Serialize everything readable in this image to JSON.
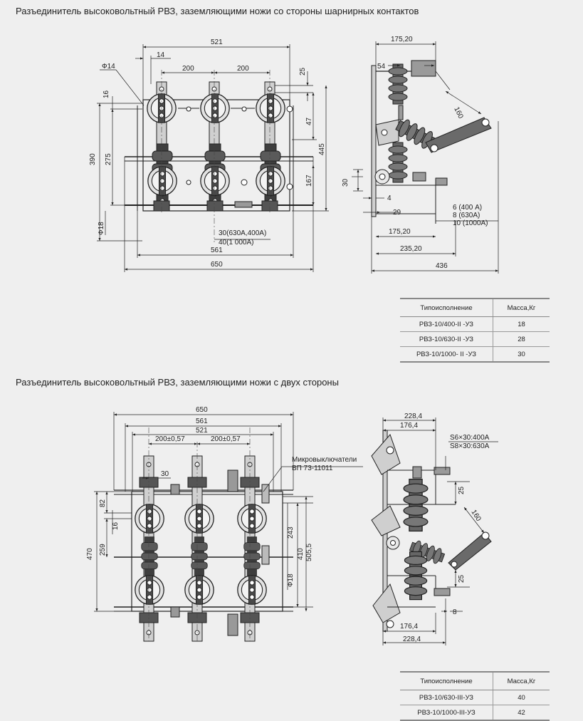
{
  "section1": {
    "heading": "Разъединитель высоковольтный РВЗ, заземляющими ножи со стороны шарнирных контактов",
    "front_dims": {
      "d521": "521",
      "d14": "14",
      "d200a": "200",
      "d200b": "200",
      "phi14": "Ф14",
      "d16": "16",
      "d275": "275",
      "d390": "390",
      "d25": "25",
      "d47": "47",
      "d445": "445",
      "d167": "167",
      "phi18": "Ф18",
      "note_1": "30(630А,400А)",
      "note_2": "40(1 000А)",
      "d561": "561",
      "d650": "650"
    },
    "side_dims": {
      "d175_top": "175,20",
      "d54": "54",
      "d160": "160",
      "d30": "30",
      "d4": "4",
      "d29": "29",
      "d175_bot": "175,20",
      "d235": "235,20",
      "d436": "436",
      "note_1": "6 (400 А)",
      "note_2": "8 (630А)",
      "note_3": "10 (1000А)"
    },
    "table": {
      "header": [
        "Типоисполнение",
        "Масса,Кг"
      ],
      "rows": [
        [
          "РВЗ-10/400-II -УЗ",
          "18"
        ],
        [
          "РВЗ-10/630-II -УЗ",
          "28"
        ],
        [
          "РВЗ-10/1000- II -УЗ",
          "30"
        ]
      ]
    }
  },
  "section2": {
    "heading": "Разъединитель высоковольтный РВЗ, заземляющими ножи с двух стороны",
    "front_dims": {
      "d650": "650",
      "d561": "561",
      "d521": "521",
      "d200a": "200±0,57",
      "d200b": "200±0,57",
      "micro_1": "Микровыключатели",
      "micro_2": "ВП 73-11011",
      "d30": "30",
      "d82": "82",
      "d16": "16",
      "d470": "470",
      "d259": "259",
      "d243": "243",
      "d410": "410",
      "d505": "505,5",
      "phi18": "Ф18"
    },
    "side_dims": {
      "d228_top": "228,4",
      "d176_top": "176,4",
      "note_1": "S6×30:400А",
      "note_2": "S8×30:630А",
      "d25a": "25",
      "d160": "160",
      "d25b": "25",
      "d8": "8",
      "d176_bot": "176,4",
      "d228_bot": "228,4"
    },
    "table": {
      "header": [
        "Типоисполнение",
        "Масса,Кг"
      ],
      "rows": [
        [
          "РВЗ-10/630-III-УЗ",
          "40"
        ],
        [
          "РВЗ-10/1000-III-УЗ",
          "42"
        ]
      ]
    }
  },
  "colors": {
    "background": "#efefef",
    "line": "#222222",
    "insulator": "#5a5a5a",
    "contact": "#d8d8d8"
  }
}
